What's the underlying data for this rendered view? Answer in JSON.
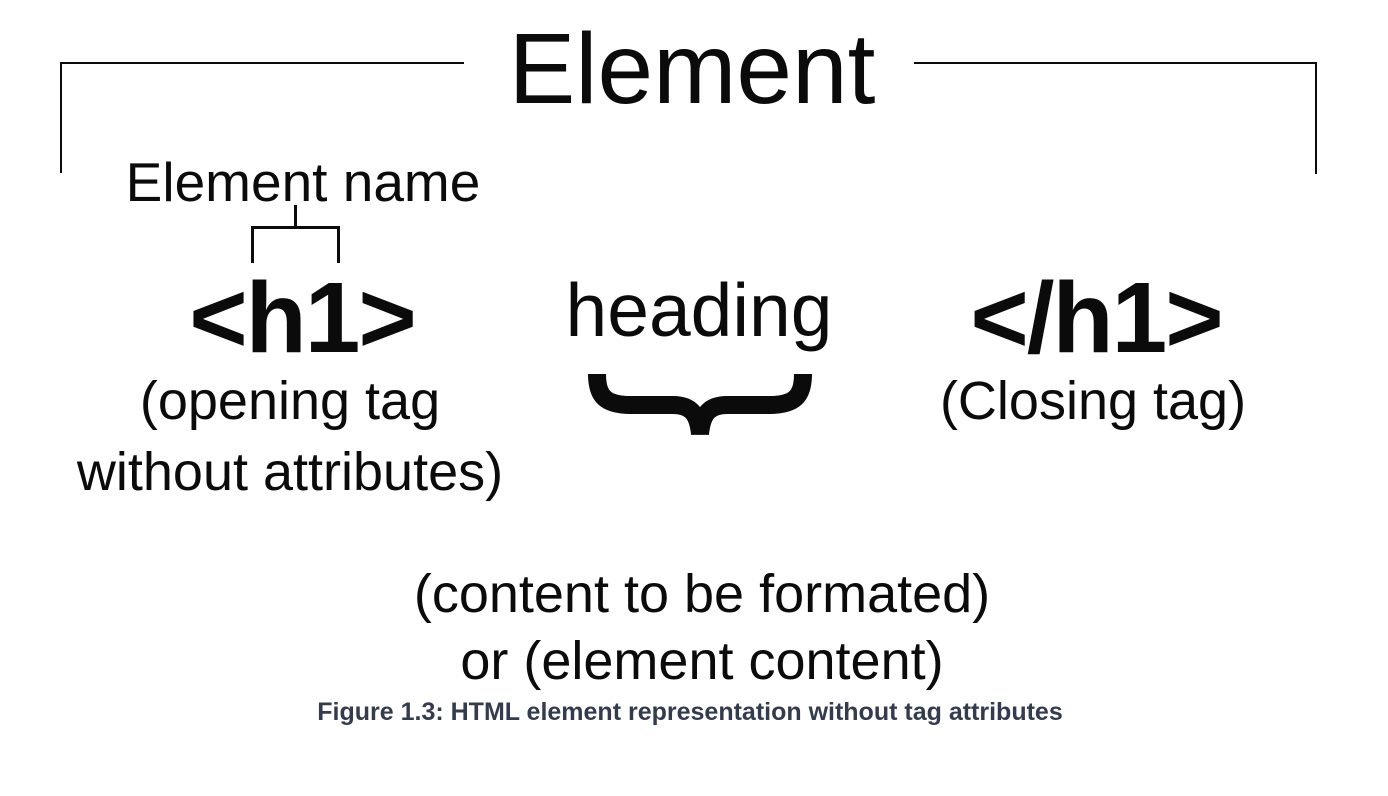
{
  "diagram": {
    "title": "Element",
    "element_name_label": "Element name",
    "opening_tag": "<h1>",
    "opening_tag_note_line1": "(opening tag",
    "opening_tag_note_line2": "without attributes)",
    "element_content": "heading",
    "closing_tag": "</h1>",
    "closing_tag_note": "(Closing tag)",
    "content_note_line1": "(content to be formated)",
    "content_note_line2": "or (element content)",
    "caption": "Figure 1.3: HTML element representation without tag attributes",
    "colors": {
      "diagram_ink": "#0b0b0b",
      "caption_text": "#333b4e",
      "background": "#ffffff"
    }
  }
}
